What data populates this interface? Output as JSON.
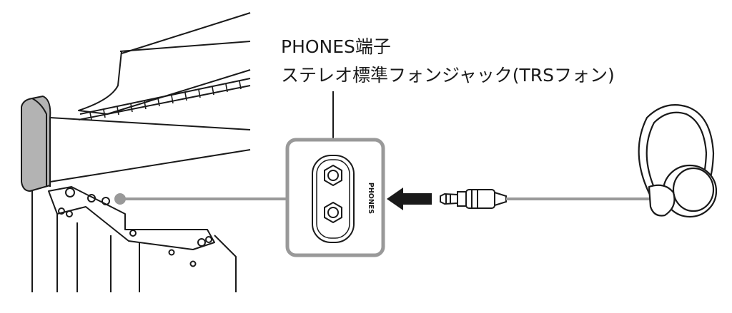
{
  "callout": {
    "line1": "PHONES端子",
    "line2": "ステレオ標準フォンジャック(TRSフォン)"
  },
  "panel": {
    "jack_label": "PHONES"
  },
  "icons": [
    "piano-body-icon",
    "phones-jack-panel-icon",
    "insert-arrow-icon",
    "trs-plug-icon",
    "headphones-icon"
  ],
  "colors": {
    "outline": "#1a1a1a",
    "gray_body": "#999999",
    "gray_fill": "#b3b3b3",
    "cable": "#999999"
  }
}
